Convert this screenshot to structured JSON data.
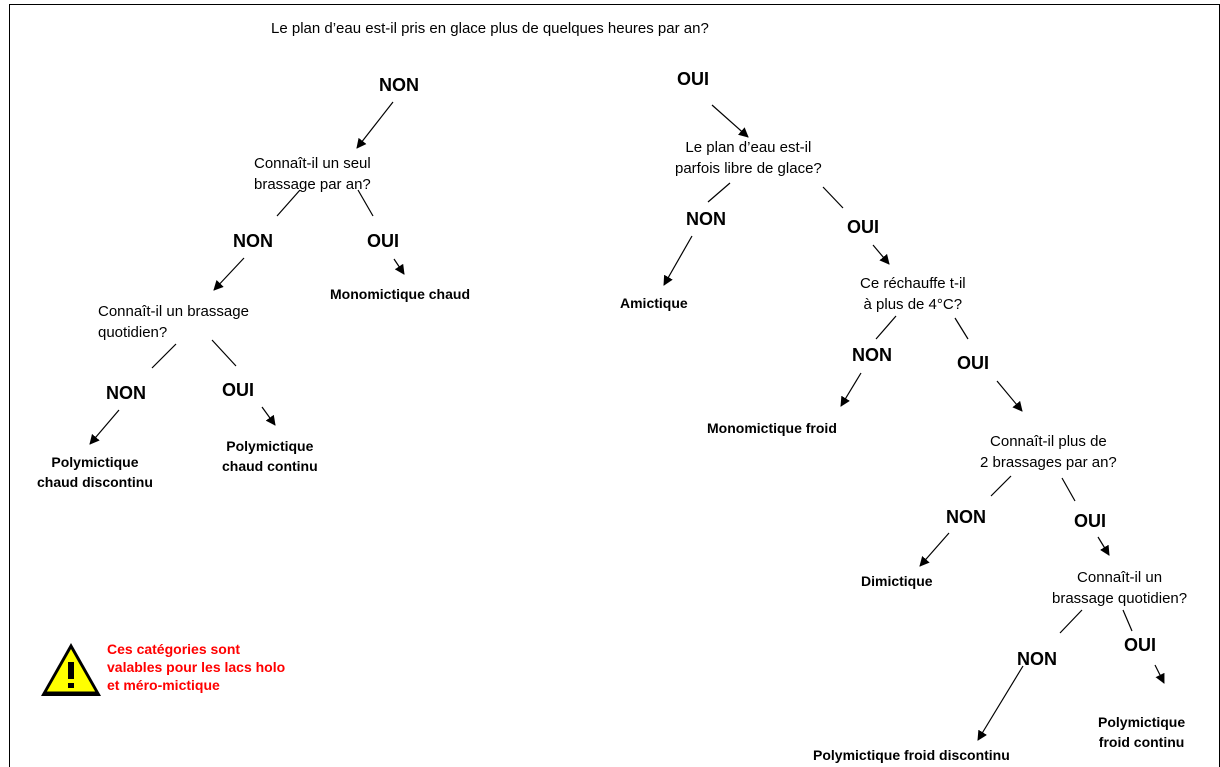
{
  "questions": {
    "q1": "Le plan d’eau est-il pris en glace plus de quelques heures par an?",
    "q2_line1": "Connaît-il un seul",
    "q2_line2": "brassage par an?",
    "q3_line1": "Connaît-il un brassage",
    "q3_line2": "quotidien?",
    "q4_line1": "Le plan d’eau est-il",
    "q4_line2": "parfois libre de glace?",
    "q5_line1": "Ce réchauffe t-il",
    "q5_line2": "à plus de 4°C?",
    "q6_line1": "Connaît-il plus de",
    "q6_line2": "2 brassages par an?",
    "q7_line1": "Connaît-il un",
    "q7_line2": "brassage quotidien?"
  },
  "answers": {
    "non": "NON",
    "oui": "OUI"
  },
  "results": {
    "monomictique_chaud": "Monomictique chaud",
    "polymictique_chaud_discontinu_1": "Polymictique",
    "polymictique_chaud_discontinu_2": "chaud discontinu",
    "polymictique_chaud_continu_1": "Polymictique",
    "polymictique_chaud_continu_2": "chaud continu",
    "amictique": "Amictique",
    "monomictique_froid": "Monomictique froid",
    "dimictique": "Dimictique",
    "polymictique_froid_discontinu": "Polymictique froid discontinu",
    "polymictique_froid_continu_1": "Polymictique",
    "polymictique_froid_continu_2": "froid continu"
  },
  "warning": {
    "icon": "warning-triangle-icon",
    "line1": "Ces catégories sont",
    "line2": "valables pour les lacs holo",
    "line3": "et méro-mictique",
    "color": "#ff0000"
  }
}
